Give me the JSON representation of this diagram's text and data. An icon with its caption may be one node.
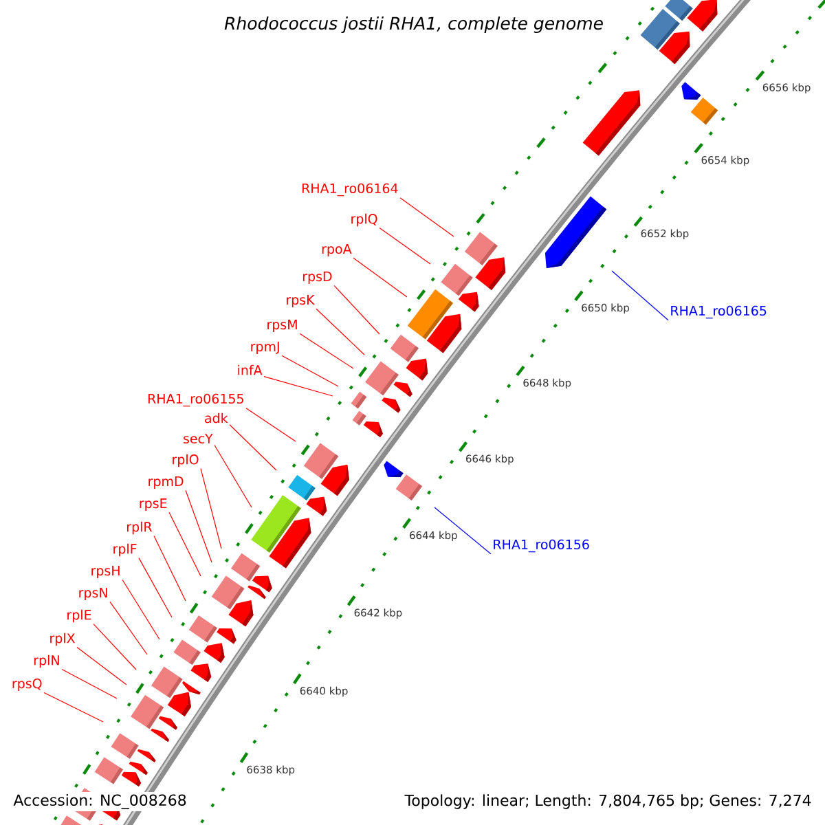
{
  "diagram": {
    "title": "Rhodococcus jostii RHA1, complete genome",
    "nodes": [
      {
        "text": [
          "RHA1_ro06164"
        ]
      },
      {
        "text": [
          "rplQ"
        ]
      },
      {
        "text": [
          "rpoA"
        ]
      },
      {
        "text": [
          "rpsD"
        ]
      },
      {
        "text": [
          "rpsK"
        ]
      },
      {
        "text": [
          "rpsM"
        ]
      },
      {
        "text": [
          "rpmJ"
        ]
      },
      {
        "text": [
          "infA"
        ]
      },
      {
        "text": [
          "RHA1_ro06155"
        ]
      },
      {
        "text": [
          "adk"
        ]
      },
      {
        "text": [
          "secY"
        ]
      },
      {
        "text": [
          "rplO"
        ]
      },
      {
        "text": [
          "rpmD"
        ]
      },
      {
        "text": [
          "rpsE"
        ]
      },
      {
        "text": [
          "rplR"
        ]
      },
      {
        "text": [
          "rplF"
        ]
      },
      {
        "text": [
          "rpsH"
        ]
      },
      {
        "text": [
          "rpsN"
        ]
      },
      {
        "text": [
          "rplE"
        ]
      },
      {
        "text": [
          "rplX"
        ]
      },
      {
        "text": [
          "rplN"
        ]
      },
      {
        "text": [
          "rpsQ"
        ]
      },
      {
        "text": [
          "RHA1_ro06165"
        ]
      },
      {
        "text": [
          "RHA1_ro06156"
        ]
      }
    ],
    "edges": [
      {
        "from": 0,
        "to": null,
        "arrow": "none"
      },
      {
        "from": 1,
        "to": null,
        "arrow": "none"
      },
      {
        "from": 2,
        "to": null,
        "arrow": "none"
      },
      {
        "from": 3,
        "to": null,
        "arrow": "none"
      },
      {
        "from": 4,
        "to": null,
        "arrow": "none"
      },
      {
        "from": 5,
        "to": null,
        "arrow": "none"
      },
      {
        "from": 6,
        "to": null,
        "arrow": "none"
      },
      {
        "from": 7,
        "to": null,
        "arrow": "none"
      },
      {
        "from": 8,
        "to": null,
        "arrow": "none"
      },
      {
        "from": 9,
        "to": null,
        "arrow": "none"
      },
      {
        "from": 10,
        "to": null,
        "arrow": "none"
      },
      {
        "from": 11,
        "to": null,
        "arrow": "none"
      },
      {
        "from": 12,
        "to": null,
        "arrow": "none"
      },
      {
        "from": 13,
        "to": null,
        "arrow": "none"
      },
      {
        "from": 14,
        "to": null,
        "arrow": "none"
      },
      {
        "from": 15,
        "to": null,
        "arrow": "none"
      },
      {
        "from": 16,
        "to": null,
        "arrow": "none"
      },
      {
        "from": 17,
        "to": null,
        "arrow": "none"
      },
      {
        "from": 18,
        "to": null,
        "arrow": "none"
      },
      {
        "from": 19,
        "to": null,
        "arrow": "none"
      },
      {
        "from": 20,
        "to": null,
        "arrow": "none"
      },
      {
        "from": 21,
        "to": null,
        "arrow": "none"
      },
      {
        "from": 22,
        "to": null,
        "arrow": "none",
        "color": "#0000ff"
      },
      {
        "from": 23,
        "to": null,
        "arrow": "none",
        "color": "#0000ff"
      }
    ],
    "labels": [
      "6656 kbp",
      "6654 kbp",
      "6652 kbp",
      "6650 kbp",
      "6648 kbp",
      "6646 kbp",
      "6644 kbp",
      "6642 kbp",
      "6640 kbp",
      "6638 kbp",
      "Accession: NC_008268",
      "Topology: linear; Length: 7,804,765 bp; Genes: 7,274"
    ]
  }
}
